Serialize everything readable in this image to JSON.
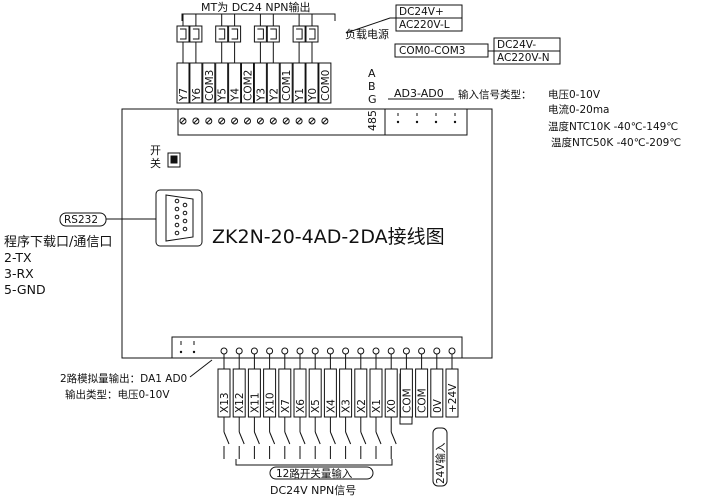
{
  "title": "ZK2N-20-4AD-2DA接线图",
  "top": {
    "mt_label": "MT为 DC24 NPN输出",
    "load_supply": "负载电源",
    "supply_pos": [
      "DC24V+",
      "AC220V-L"
    ],
    "com_label": "COM0-COM3",
    "supply_neg": [
      "DC24V-",
      "AC220V-N"
    ],
    "terminals": [
      "Y7",
      "Y6",
      "COM3",
      "Y5",
      "Y4",
      "COM2",
      "Y3",
      "Y2",
      "COM1",
      "Y1",
      "Y0",
      "COM0"
    ],
    "abg": [
      "A",
      "B",
      "G"
    ],
    "rs485": "485",
    "ad_label": "AD3-AD0"
  },
  "input_types": {
    "header": "输入信号类型：",
    "lines": [
      "电压0-10V",
      "电流0-20ma",
      "温度NTC10K -40℃-149℃",
      "温度NTC50K -40℃-209℃"
    ]
  },
  "switch_label": [
    "开",
    "关"
  ],
  "rs232": {
    "tag": "RS232",
    "lines": [
      "程序下载口/通信口",
      "2-TX",
      "3-RX",
      "5-GND"
    ]
  },
  "bottom": {
    "terminals": [
      "X13",
      "X12",
      "X11",
      "X10",
      "X7",
      "X6",
      "X5",
      "X4",
      "X3",
      "X2",
      "X1",
      "X0",
      "COM",
      "COM",
      "0V",
      "+24V"
    ],
    "da_line1": "2路模拟量输出：DA1 AD0",
    "da_line2": "输出类型：电压0-10V",
    "inputs_label": "12路开关量输入",
    "npn_label": "DC24V NPN信号",
    "power_label": "24V输入"
  }
}
